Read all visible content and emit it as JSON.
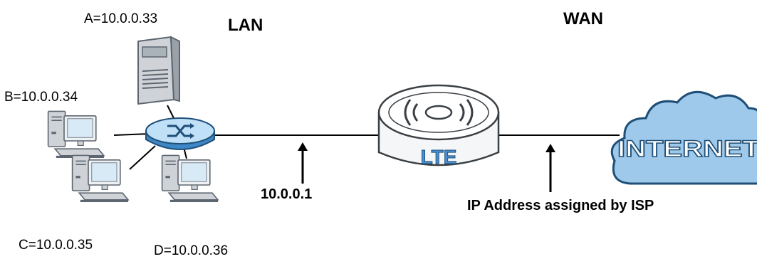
{
  "zones": {
    "lan": "LAN",
    "wan": "WAN"
  },
  "hosts": {
    "a": "A=10.0.0.33",
    "b": "B=10.0.0.34",
    "c": "C=10.0.0.35",
    "d": "D=10.0.0.36"
  },
  "annotations": {
    "lan_gateway": "10.0.0.1",
    "wan_address": "IP Address assigned by ISP"
  },
  "devices": {
    "router_label": "LTE",
    "cloud_label": "INTERNET"
  },
  "colors": {
    "device_gray": "#cfd3d8",
    "device_dark": "#5d6670",
    "screen_blue": "#d9eaf7",
    "switch_blue": "#3f86c6",
    "switch_light": "#bfe0f7",
    "cloud_fill": "#9ec9ea",
    "cloud_stroke": "#1f4f78",
    "lte_blue": "#4a90d0"
  },
  "icons": [
    "server-icon",
    "desktop-pc-icon",
    "network-switch-icon",
    "lte-router-icon",
    "internet-cloud-icon",
    "arrow-up-icon"
  ]
}
